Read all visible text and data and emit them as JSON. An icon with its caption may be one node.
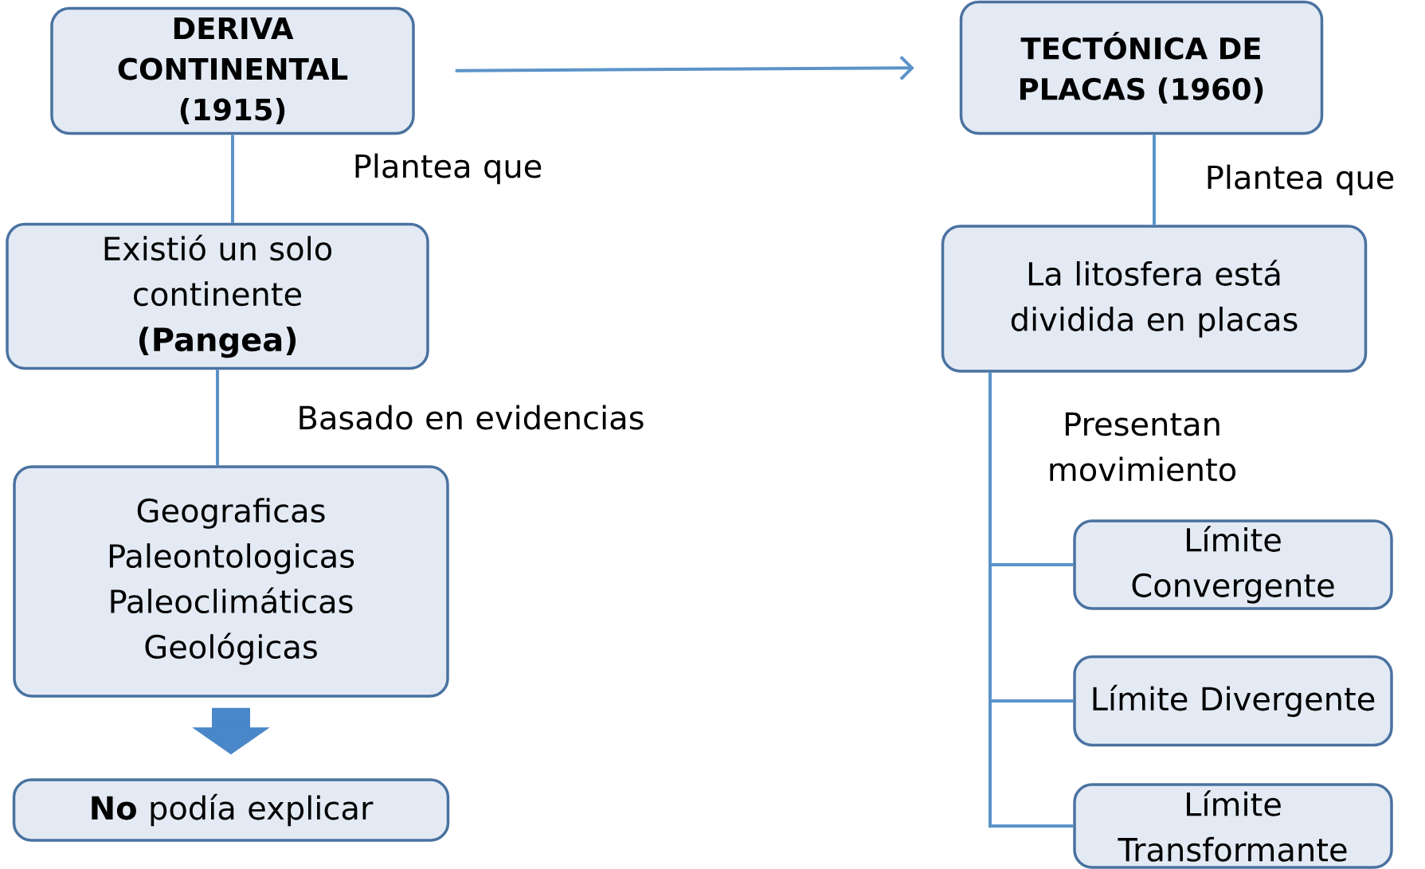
{
  "diagram": {
    "nodes": [
      {
        "text": [
          "DERIVA CONTINENTAL (1915)"
        ]
      },
      {
        "text": [
          "TECTÓNICA DE PLACAS (1960)"
        ]
      },
      {
        "text": [
          "Existió un solo continente **(Pangea)**"
        ]
      },
      {
        "text": [
          "La litosfera está dividida en placas"
        ]
      },
      {
        "text": [
          "Geograficas Paleontologicas Paleoclimáticas Geológicas"
        ]
      },
      {
        "text": [
          "**No** podía explicar"
        ]
      },
      {
        "text": [
          "Límite Convergente"
        ]
      },
      {
        "text": [
          "Límite Divergente"
        ]
      },
      {
        "text": [
          "Límite Transformante"
        ]
      }
    ],
    "edges": [
      {
        "from": 0,
        "to": 1,
        "arrow": "to"
      },
      {
        "from": 0,
        "to": 2,
        "arrow": "none",
        "label": "Plantea que"
      },
      {
        "from": 1,
        "to": 3,
        "arrow": "none",
        "label": "Plantea que"
      },
      {
        "from": 2,
        "to": 4,
        "arrow": "none",
        "label": "Basado en evidencias"
      },
      {
        "from": 4,
        "to": 5,
        "arrow": "to",
        "style": "thick"
      },
      {
        "from": 3,
        "to": 6,
        "arrow": "none",
        "label": "Presentan movimiento"
      },
      {
        "from": 3,
        "to": 7,
        "arrow": "none"
      },
      {
        "from": 3,
        "to": 8,
        "arrow": "none"
      }
    ]
  }
}
